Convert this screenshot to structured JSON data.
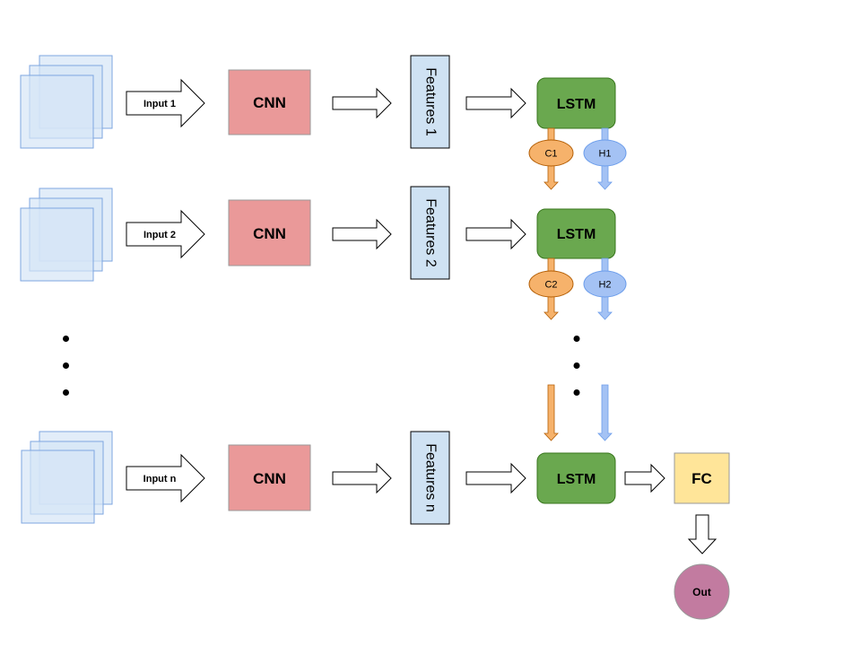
{
  "rows": [
    {
      "input_label": "Input 1",
      "cnn_label": "CNN",
      "features_label": "Features 1",
      "lstm_label": "LSTM",
      "cell_state_label": "C1",
      "hidden_state_label": "H1"
    },
    {
      "input_label": "Input 2",
      "cnn_label": "CNN",
      "features_label": "Features 2",
      "lstm_label": "LSTM",
      "cell_state_label": "C2",
      "hidden_state_label": "H2"
    },
    {
      "input_label": "Input n",
      "cnn_label": "CNN",
      "features_label": "Features n",
      "lstm_label": "LSTM"
    }
  ],
  "fc_label": "FC",
  "output_label": "Out",
  "colors": {
    "image_stack_fill": "#d6e6f6",
    "image_stack_stroke": "#7ea6e0",
    "cnn": "#ea9999",
    "features": "#cfe2f3",
    "lstm": "#6aa84f",
    "lstm_stroke": "#38761d",
    "cell_state": "#f6b26b",
    "hidden_state": "#a4c2f4",
    "fc": "#ffe599",
    "output": "#c27ba0"
  }
}
